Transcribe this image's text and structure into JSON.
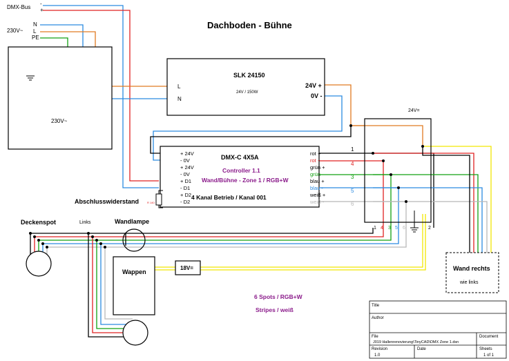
{
  "title": "Dachboden - Bühne",
  "dmx_bus": {
    "label": "DMX-Bus",
    "minus": "-",
    "plus": "+"
  },
  "mains": {
    "label": "230V~",
    "n": "N",
    "l": "L",
    "pe": "PE"
  },
  "mains_box": {
    "label": "230V~"
  },
  "psu": {
    "name": "SLK 24150",
    "rating": "24V / 150W",
    "in_l": "L",
    "in_n": "N",
    "out_plus": "24V +",
    "out_minus": "0V -"
  },
  "dist_box": {
    "label": "24V=",
    "terminals": [
      "1",
      "4",
      "3",
      "5",
      "6",
      "2"
    ]
  },
  "controller": {
    "model": "DMX-C 4X5A",
    "line1": "Controller 1.1",
    "line2": "Wand/Bühne - Zone 1 / RGB+W",
    "line3": "4 Kanal Betrieb / Kanal 001",
    "left_pins": [
      "+ 24V",
      "- 0V",
      "+ 24V",
      "- 0V",
      "+ D1",
      "- D1",
      "+ D2",
      "- D2"
    ],
    "right_pins": [
      "rot +",
      "rot -",
      "grün +",
      "grün -",
      "blau +",
      "blau -",
      "weiß +",
      "weiß -"
    ],
    "channel_numbers": [
      "1",
      "4",
      "3",
      "5",
      "6"
    ]
  },
  "resistor": {
    "label": "Abschlusswiderstand",
    "value": "R 140"
  },
  "fixtures": {
    "deckenspot": "Deckenspot",
    "links": "Links",
    "wandlampe": "Wandlampe",
    "wappen": "Wappen",
    "transformer": "18V=",
    "wand_rechts": "Wand rechts",
    "wie_links": "wie links"
  },
  "notes": {
    "line1": "6 Spots / RGB+W",
    "line2": "Stripes / weiß"
  },
  "title_block": {
    "title_label": "Title",
    "author_label": "Author",
    "file_label": "File",
    "file_value": "J019 Hallenrenovierung\\TinyCAD\\DMX Zone 1.dsn",
    "document_label": "Document",
    "revision_label": "Revision",
    "revision_value": "1.0",
    "date_label": "Date",
    "sheets_label": "Sheets",
    "sheets_value": "1 of 1"
  },
  "colors": {
    "black": "#000000",
    "red": "#e02020",
    "green": "#10a010",
    "blue": "#2a8ae0",
    "orange": "#e07a20",
    "gray": "#b8b8b8",
    "yellow": "#f2e600",
    "purple": "#8a1a8a"
  }
}
